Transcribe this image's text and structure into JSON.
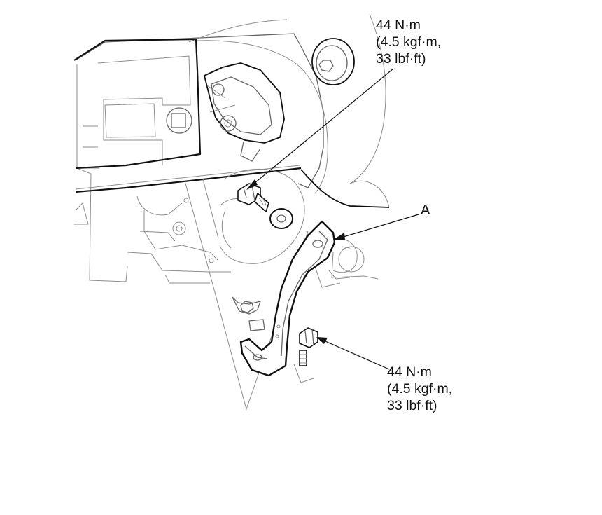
{
  "callouts": {
    "torque_top": {
      "line1": "44 N·m",
      "line2": "(4.5 kgf·m,",
      "line3": "33 lbf·ft)"
    },
    "torque_bottom": {
      "line1": "44 N·m",
      "line2": "(4.5 kgf·m,",
      "line3": "33 lbf·ft)"
    },
    "part_label": "A"
  },
  "colors": {
    "ink": "#111111",
    "linework": "#8c8c8c",
    "background": "#ffffff"
  }
}
